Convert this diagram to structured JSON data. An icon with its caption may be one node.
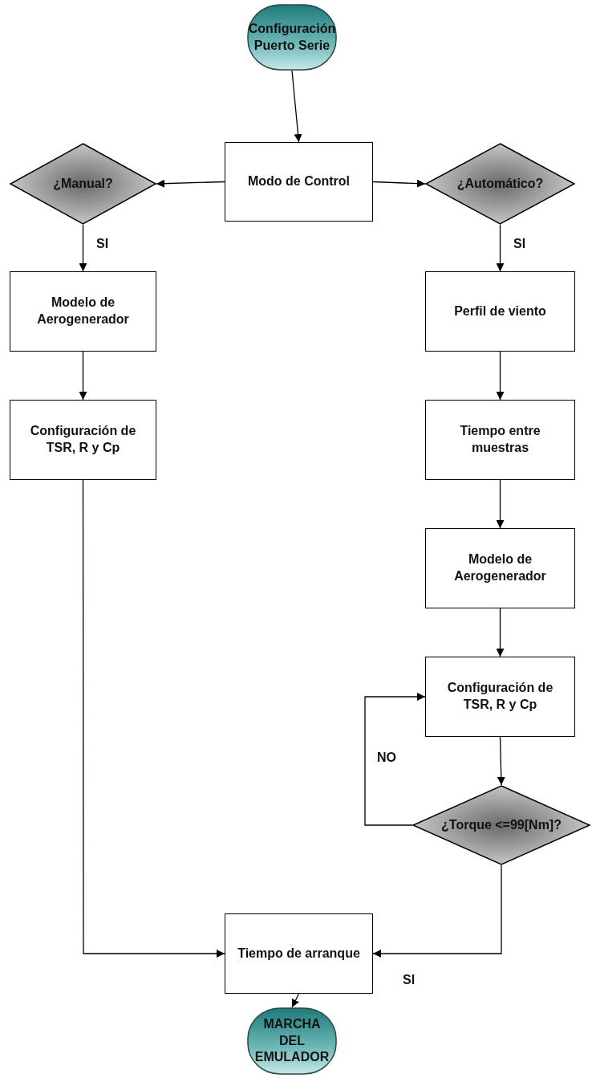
{
  "diagram": {
    "nodes": [
      {
        "text": [
          "Configuración Puerto Serie"
        ]
      },
      {
        "text": [
          "Modo de Control"
        ]
      },
      {
        "text": [
          "¿Manual?"
        ]
      },
      {
        "text": [
          "¿Automático?"
        ]
      },
      {
        "text": [
          "Modelo de Aerogenerador"
        ]
      },
      {
        "text": [
          "Perfil de viento"
        ]
      },
      {
        "text": [
          "Configuración de TSR, R y Cp"
        ]
      },
      {
        "text": [
          "Tiempo entre muestras"
        ]
      },
      {
        "text": [
          "Modelo de Aerogenerador"
        ]
      },
      {
        "text": [
          "Configuración de TSR, R y Cp"
        ]
      },
      {
        "text": [
          "¿Torque <=99[Nm]?"
        ]
      },
      {
        "text": [
          "Tiempo de arranque"
        ]
      },
      {
        "text": [
          "MARCHA DEL EMULADOR"
        ]
      }
    ],
    "edges": [
      {
        "from": 0,
        "to": 1,
        "arrow": "to"
      },
      {
        "from": 1,
        "to": 2,
        "arrow": "to"
      },
      {
        "from": 1,
        "to": 3,
        "arrow": "to"
      },
      {
        "from": 2,
        "to": 4,
        "arrow": "to",
        "label": "SI"
      },
      {
        "from": 3,
        "to": 5,
        "arrow": "to",
        "label": "SI"
      },
      {
        "from": 4,
        "to": 6,
        "arrow": "to"
      },
      {
        "from": 5,
        "to": 7,
        "arrow": "to"
      },
      {
        "from": 7,
        "to": 8,
        "arrow": "to"
      },
      {
        "from": 8,
        "to": 9,
        "arrow": "to"
      },
      {
        "from": 9,
        "to": 10,
        "arrow": "to"
      },
      {
        "from": 10,
        "to": 9,
        "arrow": "to",
        "label": "NO"
      },
      {
        "from": 6,
        "to": 11,
        "arrow": "to"
      },
      {
        "from": 10,
        "to": 11,
        "arrow": "to",
        "label": "SI"
      },
      {
        "from": 11,
        "to": 12,
        "arrow": "to"
      }
    ]
  }
}
